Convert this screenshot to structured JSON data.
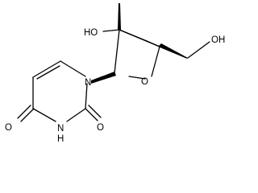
{
  "molecule": {
    "atom_labels": {
      "ho": "HO",
      "ch2oh": "OH",
      "ring_o": "O",
      "n1": "N",
      "n3": "N",
      "h3": "H",
      "o2": "O",
      "o4": "O"
    },
    "colors": {
      "bond": "#000000",
      "text": "#000000",
      "background": "#ffffff"
    }
  }
}
